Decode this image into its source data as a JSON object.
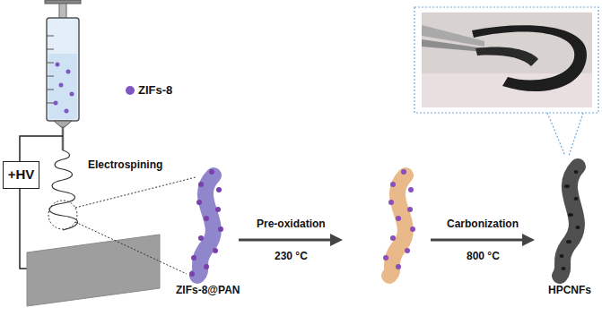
{
  "diagram": {
    "nodes": [
      {
        "text": [
          "+HV"
        ]
      }
    ],
    "labels": [
      "Electrospining",
      "ZIFs-8@PAN",
      "Pre-oxidation",
      "230 °C",
      "Carbonization",
      "800 °C",
      "HPCNFs"
    ],
    "legend": [
      {
        "text": "ZIFs-8",
        "color": "#7e57c2"
      }
    ]
  }
}
